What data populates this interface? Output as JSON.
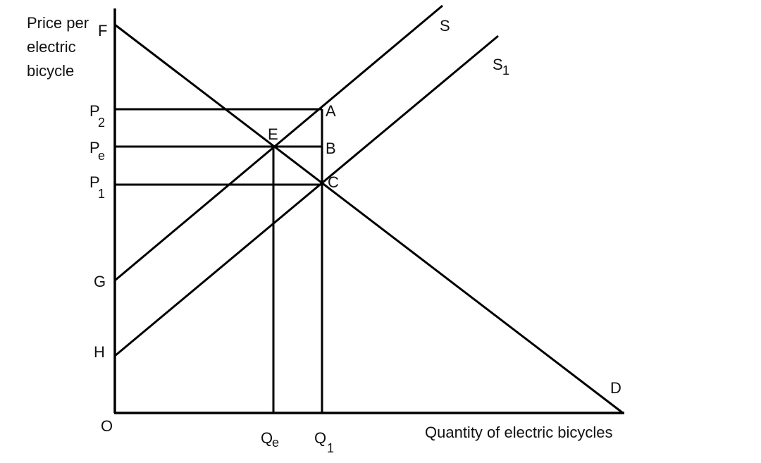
{
  "diagram": {
    "y_axis_title_lines": [
      "Price per",
      "electric",
      "bicycle"
    ],
    "x_axis_title": "Quantity of electric bicycles",
    "origin_label": "O",
    "price_labels": {
      "p2": {
        "main": "P",
        "sub": "2"
      },
      "pe": {
        "main": "P",
        "sub": "e"
      },
      "p1": {
        "main": "P",
        "sub": "1"
      }
    },
    "quantity_labels": {
      "qe": {
        "main": "Q",
        "sub": "e"
      },
      "q1": {
        "main": "Q",
        "sub": "1"
      }
    },
    "intercept_labels": {
      "f": "F",
      "g": "G",
      "h": "H",
      "d": "D"
    },
    "point_labels": {
      "a": "A",
      "b": "B",
      "c": "C",
      "e": "E"
    },
    "curve_labels": {
      "s": "S",
      "s1": {
        "main": "S",
        "sub": "1"
      }
    }
  }
}
